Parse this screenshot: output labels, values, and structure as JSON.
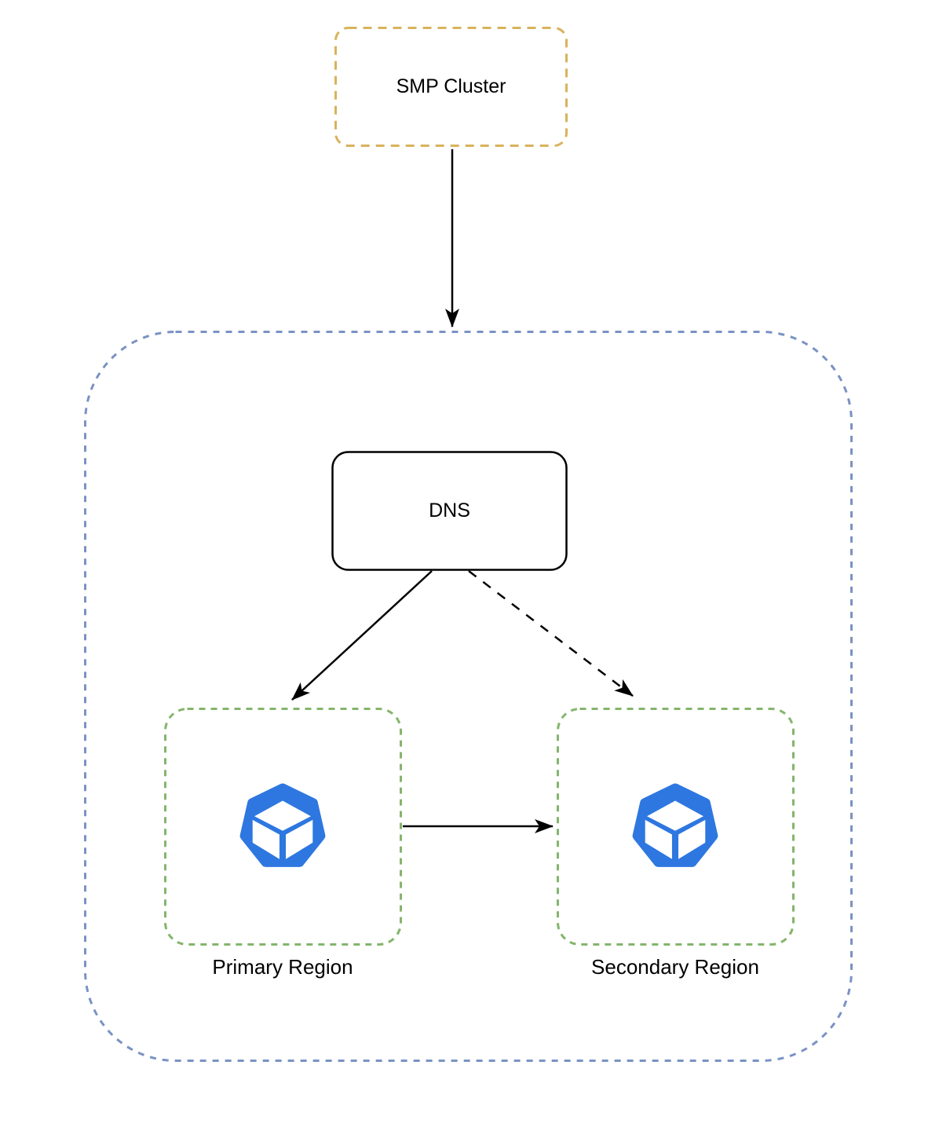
{
  "diagram": {
    "nodes": {
      "smp_cluster": {
        "label": "SMP Cluster",
        "border_color": "#D9B35B",
        "border_style": "dashed"
      },
      "dns": {
        "label": "DNS",
        "border_color": "#000000",
        "border_style": "solid"
      },
      "primary_region": {
        "label": "Primary Region",
        "border_color": "#84B56C",
        "border_style": "dashed",
        "icon": "cluster-cube-icon"
      },
      "secondary_region": {
        "label": "Secondary Region",
        "border_color": "#84B56C",
        "border_style": "dashed",
        "icon": "cluster-cube-icon"
      }
    },
    "container": {
      "border_color": "#7A92C4",
      "border_style": "dashed"
    },
    "edges": [
      {
        "from": "smp_cluster",
        "to": "container",
        "style": "solid",
        "direction": "down"
      },
      {
        "from": "dns",
        "to": "primary_region",
        "style": "solid",
        "direction": "down-left"
      },
      {
        "from": "dns",
        "to": "secondary_region",
        "style": "dashed",
        "direction": "down-right"
      },
      {
        "from": "primary_region",
        "to": "secondary_region",
        "style": "solid",
        "direction": "right"
      }
    ],
    "colors": {
      "icon_blue": "#2E77E0",
      "arrow_black": "#000000",
      "background": "#FFFFFF"
    }
  }
}
